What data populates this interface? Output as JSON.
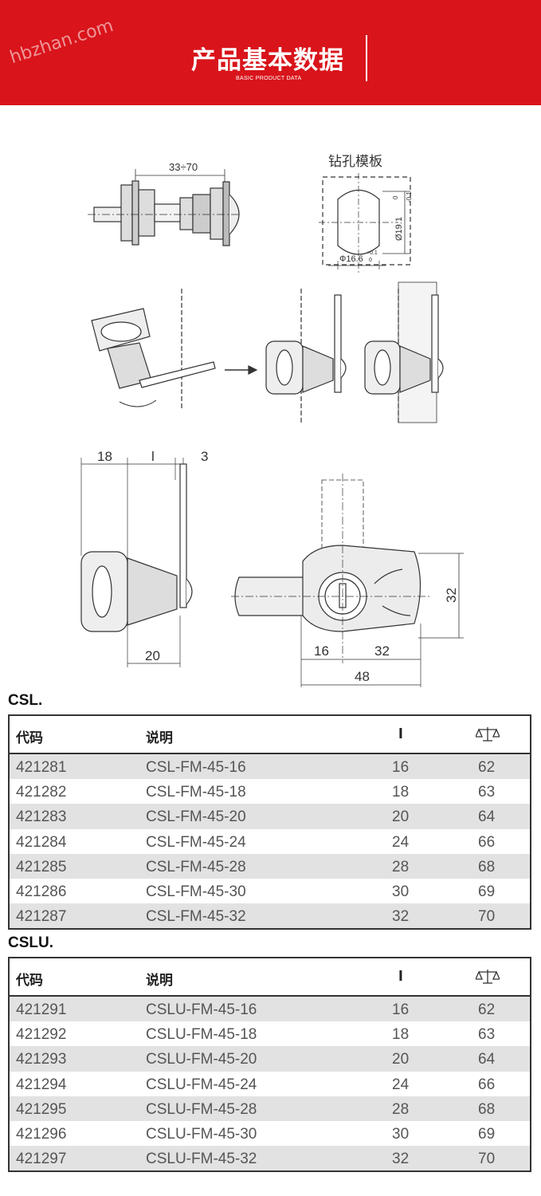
{
  "banner": {
    "title": "产品基本数据",
    "subtitle": "BASIC PRODUCT DATA",
    "watermark": "hbzhan.com"
  },
  "drawing": {
    "dim_top": "33÷70",
    "template_label": "钻孔模板",
    "dim_height": "Ø19.1",
    "dim_height_tol_top": "0",
    "dim_height_tol_bottom": "-0.1",
    "dim_width": "Ф16.6",
    "dim_width_tol_top": "+0.1",
    "dim_width_tol_bottom": "0",
    "dim_18": "18",
    "dim_l": "l",
    "dim_3": "3",
    "dim_20": "20",
    "dim_32_v": "32",
    "dim_16": "16",
    "dim_32_h": "32",
    "dim_48": "48"
  },
  "tables": [
    {
      "section": "CSL.",
      "headers": {
        "code": "代码",
        "desc": "说明",
        "l": "l",
        "weight": "weight-scale-icon"
      },
      "rows": [
        [
          "421281",
          "CSL-FM-45-16",
          "16",
          "62"
        ],
        [
          "421282",
          "CSL-FM-45-18",
          "18",
          "63"
        ],
        [
          "421283",
          "CSL-FM-45-20",
          "20",
          "64"
        ],
        [
          "421284",
          "CSL-FM-45-24",
          "24",
          "66"
        ],
        [
          "421285",
          "CSL-FM-45-28",
          "28",
          "68"
        ],
        [
          "421286",
          "CSL-FM-45-30",
          "30",
          "69"
        ],
        [
          "421287",
          "CSL-FM-45-32",
          "32",
          "70"
        ]
      ]
    },
    {
      "section": "CSLU.",
      "headers": {
        "code": "代码",
        "desc": "说明",
        "l": "l",
        "weight": "weight-scale-icon"
      },
      "rows": [
        [
          "421291",
          "CSLU-FM-45-16",
          "16",
          "62"
        ],
        [
          "421292",
          "CSLU-FM-45-18",
          "18",
          "63"
        ],
        [
          "421293",
          "CSLU-FM-45-20",
          "20",
          "64"
        ],
        [
          "421294",
          "CSLU-FM-45-24",
          "24",
          "66"
        ],
        [
          "421295",
          "CSLU-FM-45-28",
          "28",
          "68"
        ],
        [
          "421296",
          "CSLU-FM-45-30",
          "30",
          "69"
        ],
        [
          "421297",
          "CSLU-FM-45-32",
          "32",
          "70"
        ]
      ]
    }
  ],
  "colors": {
    "banner": "#d9141b",
    "row_shade": "#e2e2e3",
    "line": "#333333"
  }
}
